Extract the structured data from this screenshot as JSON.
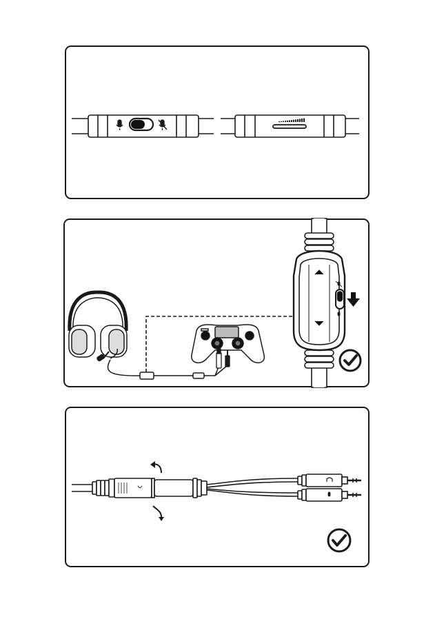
{
  "footer": {
    "text": ""
  },
  "colors": {
    "stroke": "#1a1a1a",
    "fill": "#ffffff",
    "dark": "#111111",
    "mid": "#9a9a9a"
  },
  "icons": {
    "panel1": [
      "inline-remote-left",
      "microphone-icon",
      "mute-switch-icon",
      "microphone-muted-icon",
      "inline-remote-right",
      "volume-wheel-icon"
    ],
    "panel2": [
      "headset-icon",
      "game-controller-icon",
      "usb-plug-icon",
      "audio-plug-icon",
      "inline-remote-closeup",
      "mute-slider-icon",
      "arrow-down-icon",
      "checkmark-circle-icon"
    ],
    "panel3": [
      "audio-splitter-adapter-icon",
      "rotate-arrow-up-icon",
      "rotate-arrow-down-icon",
      "headphone-plug-icon",
      "microphone-plug-icon",
      "checkmark-circle-icon"
    ]
  }
}
